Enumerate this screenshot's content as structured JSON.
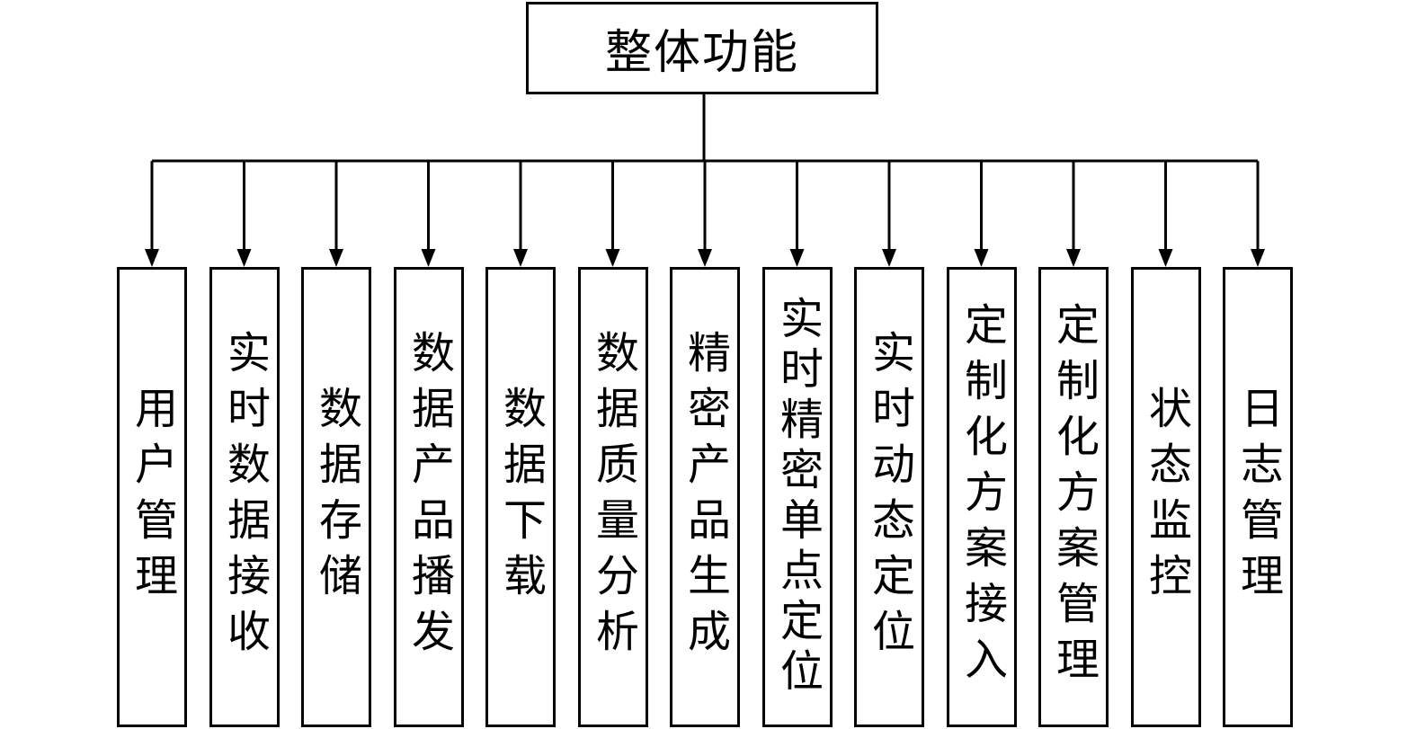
{
  "root": {
    "label": "整体功能"
  },
  "modules": [
    {
      "label": "用户管理"
    },
    {
      "label": "实时数据接收"
    },
    {
      "label": "数据存储"
    },
    {
      "label": "数据产品播发"
    },
    {
      "label": "数据下载"
    },
    {
      "label": "数据质量分析"
    },
    {
      "label": "精密产品生成"
    },
    {
      "label": "实时精密单点定位"
    },
    {
      "label": "实时动态定位"
    },
    {
      "label": "定制化方案接入"
    },
    {
      "label": "定制化方案管理"
    },
    {
      "label": "状态监控"
    },
    {
      "label": "日志管理"
    }
  ]
}
